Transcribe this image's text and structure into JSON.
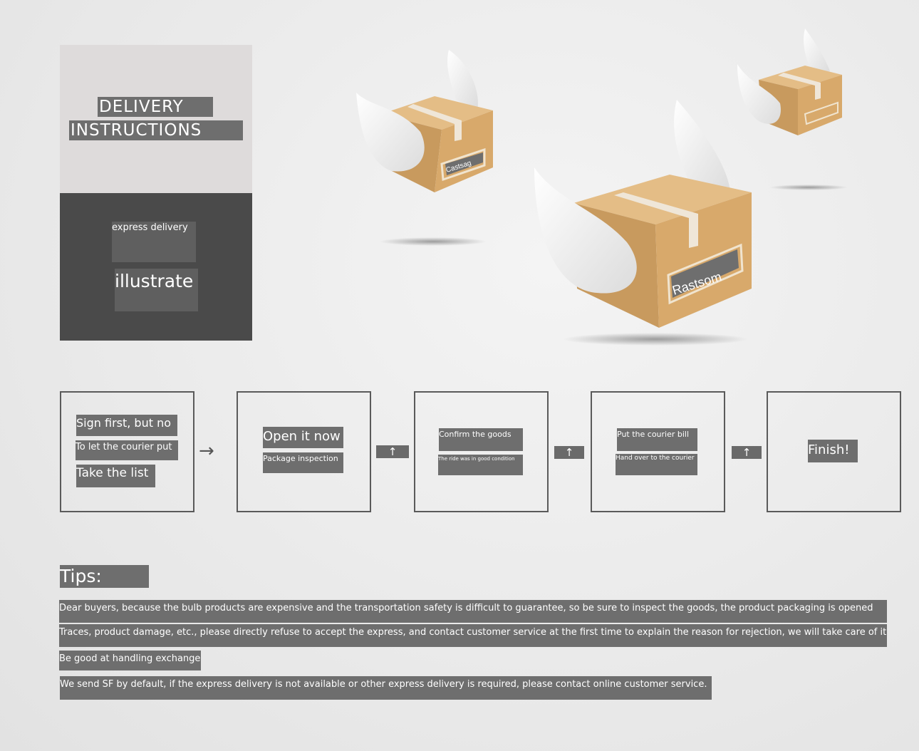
{
  "header": {
    "title_line1": "DELIVERY",
    "title_line2": "INSTRUCTIONS",
    "subtitle": "express delivery",
    "subtitle2": "illustrate"
  },
  "boxes": {
    "small_label": "Castsag",
    "big_label": "Rastsom"
  },
  "steps": [
    {
      "lines": [
        "Sign first, but no",
        "To let the courier put",
        "Take the list"
      ]
    },
    {
      "lines": [
        "Open it now",
        "Package inspection"
      ]
    },
    {
      "lines": [
        "Confirm the goods",
        "The ride was in good condition"
      ]
    },
    {
      "lines": [
        "Put the courier bill",
        "Hand over to the courier"
      ]
    },
    {
      "lines": [
        "Finish!"
      ]
    }
  ],
  "arrows": {
    "plain": "→",
    "chip": "↑"
  },
  "tips": {
    "heading": "Tips:",
    "lines": [
      "Dear buyers, because the bulb products are expensive and the transportation safety is difficult to guarantee, so be sure to inspect the goods, the product packaging is opened",
      "Traces, product damage, etc., please directly refuse to accept the express, and contact customer service at the first time to explain the reason for rejection, we will take care of it for you",
      "Be good at handling exchanges",
      "We send SF by default, if the express delivery is not available or other express delivery is required, please contact online customer service."
    ]
  },
  "colors": {
    "panel_light": "#dedbdb",
    "panel_dark": "#4a4a4a",
    "text_highlight": "#6e6e6e",
    "box_cardboard": "#d2a56a"
  }
}
